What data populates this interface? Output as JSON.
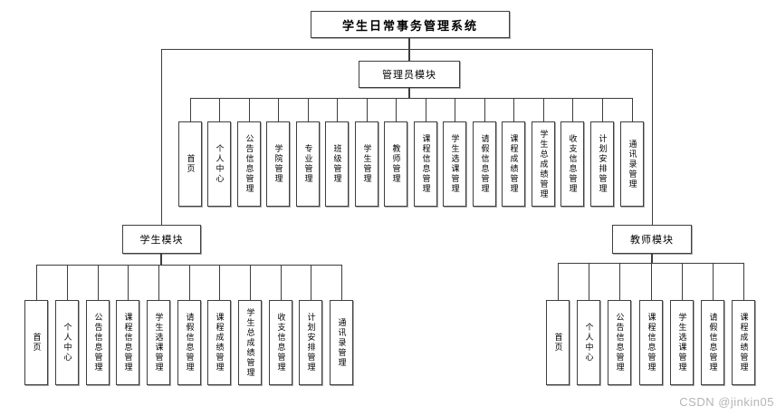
{
  "diagram_title": "学生日常事务管理系统",
  "tree": {
    "root": "学生日常事务管理系统",
    "modules": [
      {
        "name": "管理员模块",
        "children": [
          "首页",
          "个人中心",
          "公告信息管理",
          "学院管理",
          "专业管理",
          "班级管理",
          "学生管理",
          "教师管理",
          "课程信息管理",
          "学生选课管理",
          "请假信息管理",
          "课程成绩管理",
          "学生总成绩管理",
          "收支信息管理",
          "计划安排管理",
          "通讯录管理"
        ]
      },
      {
        "name": "学生模块",
        "children": [
          "首页",
          "个人中心",
          "公告信息管理",
          "课程信息管理",
          "学生选课管理",
          "请假信息管理",
          "课程成绩管理",
          "学生总成绩管理",
          "收支信息管理",
          "计划安排管理",
          "通讯录管理"
        ]
      },
      {
        "name": "教师模块",
        "children": [
          "首页",
          "个人中心",
          "公告信息管理",
          "课程信息管理",
          "学生选课管理",
          "请假信息管理",
          "课程成绩管理"
        ]
      }
    ]
  },
  "watermark": "CSDN @jinkin05",
  "colors": {
    "background": "#ffffff",
    "line": "#3d3d3d",
    "box_border": "#3f3f3f",
    "box_fill": "#ffffff",
    "text": "#000000",
    "watermark": "#b5b5b5"
  }
}
